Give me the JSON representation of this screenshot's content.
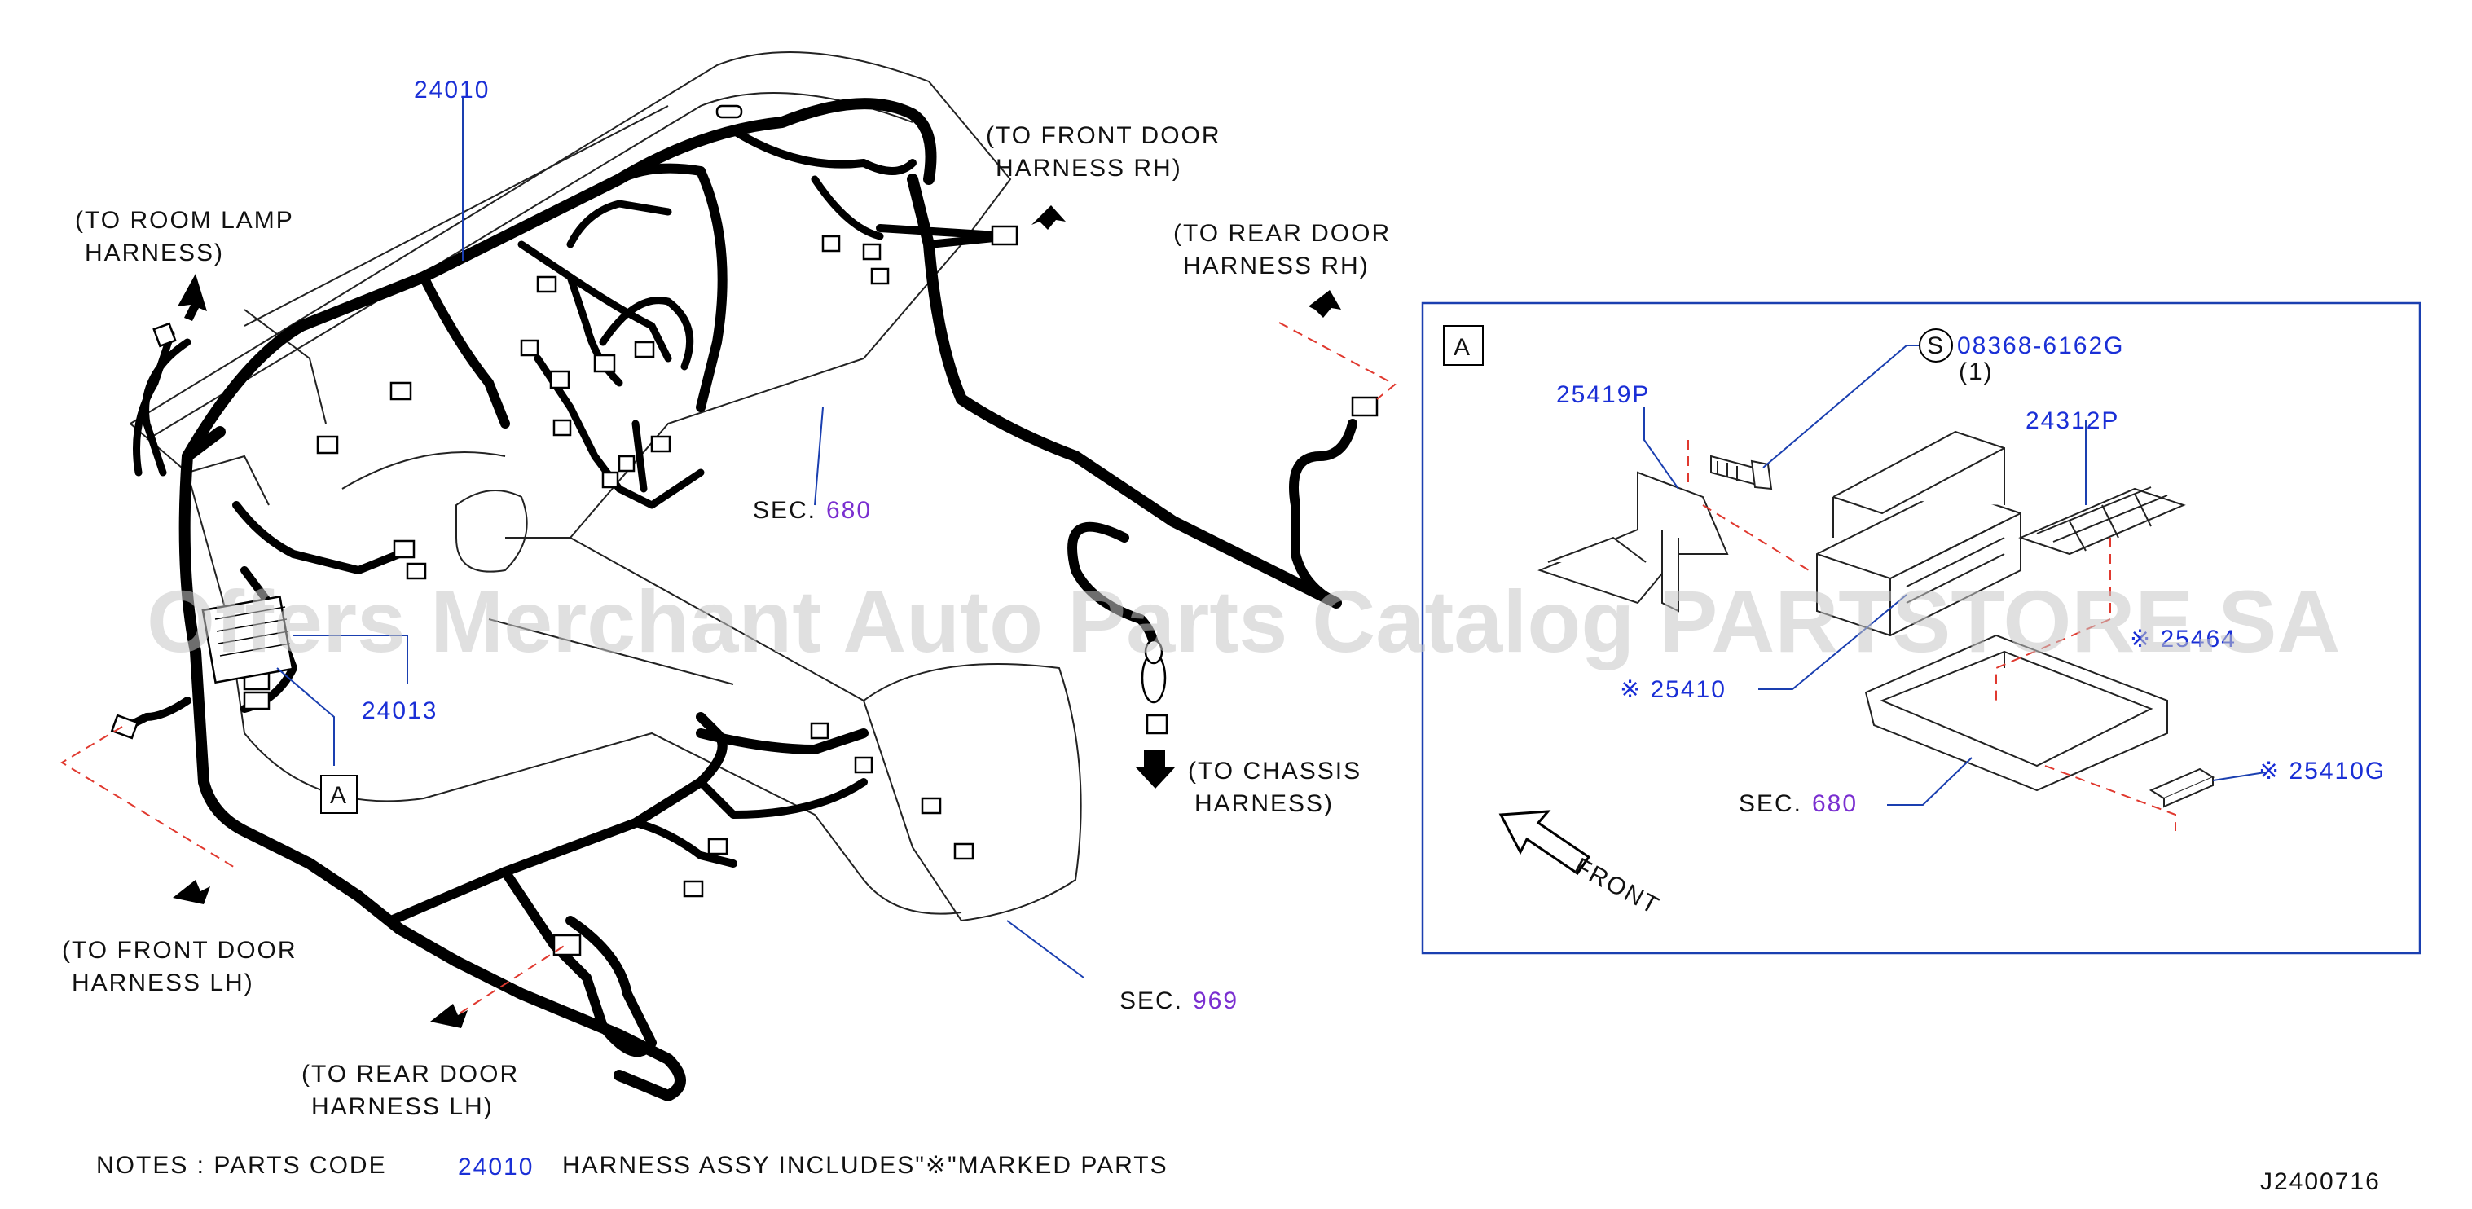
{
  "labels": {
    "part_24010": "24010",
    "to_room_lamp_1": "(TO ROOM LAMP",
    "to_room_lamp_2": "HARNESS)",
    "to_front_door_rh_1": "(TO FRONT DOOR",
    "to_front_door_rh_2": "HARNESS RH)",
    "to_rear_door_rh_1": "(TO REAR DOOR",
    "to_rear_door_rh_2": "HARNESS RH)",
    "sec_680_prefix": "SEC.",
    "sec_680_num": "680",
    "part_24013": "24013",
    "callout_a": "A",
    "to_chassis_1": "(TO CHASSIS",
    "to_chassis_2": "HARNESS)",
    "to_front_door_lh_1": "(TO FRONT DOOR",
    "to_front_door_lh_2": "HARNESS LH)",
    "to_rear_door_lh_1": "(TO REAR DOOR",
    "to_rear_door_lh_2": "HARNESS LH)",
    "sec_969_prefix": "SEC.",
    "sec_969_num": "969"
  },
  "detail": {
    "box_label": "A",
    "screw_symbol": "S",
    "part_08368": "08368-6162G",
    "qty": "(1)",
    "part_25419P": "25419P",
    "part_24312P": "24312P",
    "part_25410": "※ 25410",
    "part_25464": "※ 25464",
    "sec_prefix": "SEC.",
    "sec_num": "680",
    "part_25410G": "※ 25410G",
    "front_label": "FRONT"
  },
  "notes": {
    "prefix": "NOTES : PARTS CODE",
    "code": "24010",
    "suffix": "HARNESS ASSY INCLUDES\"※\"MARKED PARTS"
  },
  "drawing_id": "J2400716",
  "watermark": "Offers Merchant Auto Parts Catalog PARTSTORE.SA"
}
